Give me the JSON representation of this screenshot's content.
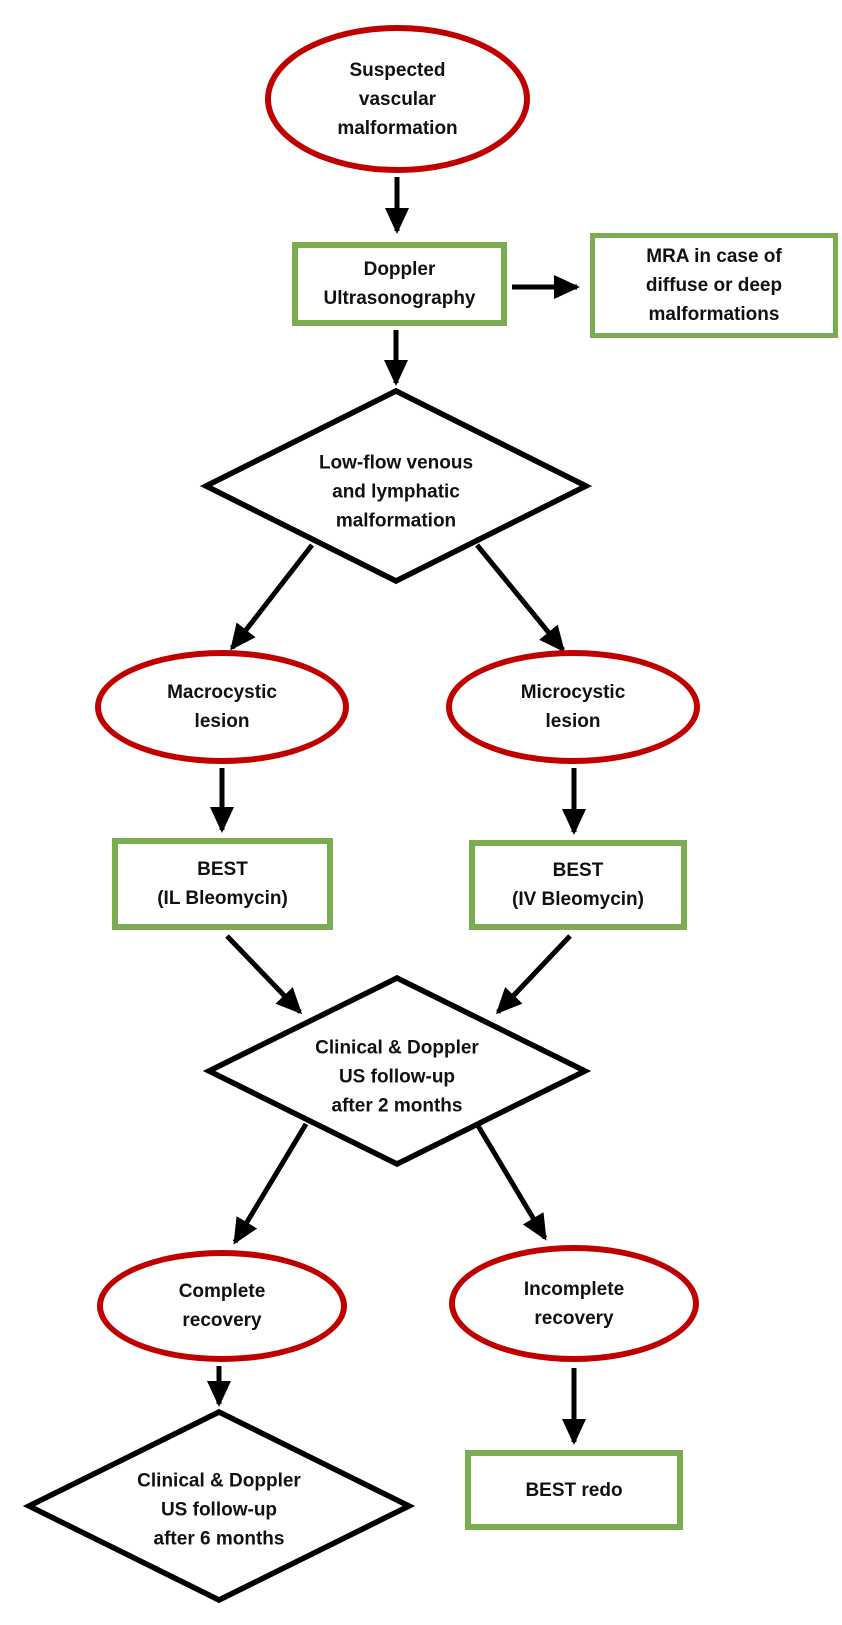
{
  "diagram": {
    "type": "flowchart",
    "colors": {
      "terminal_border": "#c00000",
      "process_border": "#7bac52",
      "decision_border": "#000000",
      "arrow": "#000000",
      "text": "#111111",
      "background": "#ffffff"
    },
    "nodes": {
      "suspected": {
        "shape": "ellipse",
        "label": [
          "Suspected",
          "vascular",
          "malformation"
        ]
      },
      "doppler": {
        "shape": "rect",
        "label": [
          "Doppler",
          "Ultrasonography"
        ]
      },
      "mra": {
        "shape": "rect",
        "label": [
          "MRA in case of",
          "diffuse or deep",
          "malformations"
        ]
      },
      "lowflow": {
        "shape": "diamond",
        "label": [
          "Low-flow venous",
          "and lymphatic",
          "malformation"
        ]
      },
      "macrocystic": {
        "shape": "ellipse",
        "label": [
          "Macrocystic",
          "lesion"
        ]
      },
      "microcystic": {
        "shape": "ellipse",
        "label": [
          "Microcystic",
          "lesion"
        ]
      },
      "best_il": {
        "shape": "rect",
        "label": [
          "BEST",
          "(IL Bleomycin)"
        ]
      },
      "best_iv": {
        "shape": "rect",
        "label": [
          "BEST",
          "(IV Bleomycin)"
        ]
      },
      "followup2": {
        "shape": "diamond",
        "label": [
          "Clinical & Doppler",
          "US follow-up",
          "after 2 months"
        ]
      },
      "complete": {
        "shape": "ellipse",
        "label": [
          "Complete",
          "recovery"
        ]
      },
      "incomplete": {
        "shape": "ellipse",
        "label": [
          "Incomplete",
          "recovery"
        ]
      },
      "followup6": {
        "shape": "diamond",
        "label": [
          "Clinical & Doppler",
          "US follow-up",
          "after 6 months"
        ]
      },
      "best_redo": {
        "shape": "rect",
        "label": [
          "BEST redo"
        ]
      }
    },
    "edges": [
      {
        "from": "suspected",
        "to": "doppler"
      },
      {
        "from": "doppler",
        "to": "mra"
      },
      {
        "from": "doppler",
        "to": "lowflow"
      },
      {
        "from": "lowflow",
        "to": "macrocystic"
      },
      {
        "from": "lowflow",
        "to": "microcystic"
      },
      {
        "from": "macrocystic",
        "to": "best_il"
      },
      {
        "from": "microcystic",
        "to": "best_iv"
      },
      {
        "from": "best_il",
        "to": "followup2"
      },
      {
        "from": "best_iv",
        "to": "followup2"
      },
      {
        "from": "followup2",
        "to": "complete"
      },
      {
        "from": "followup2",
        "to": "incomplete"
      },
      {
        "from": "complete",
        "to": "followup6"
      },
      {
        "from": "incomplete",
        "to": "best_redo"
      }
    ]
  }
}
